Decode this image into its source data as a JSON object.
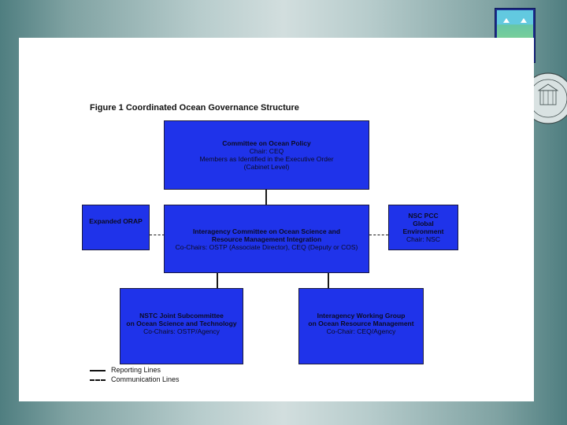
{
  "figure_title": "Figure 1 Coordinated Ocean Governance Structure",
  "boxes": {
    "committee": {
      "line1": "Committee on Ocean Policy",
      "line2": "Chair: CEQ",
      "line3": "Members as Identified in the Executive Order",
      "line4": "(Cabinet Level)"
    },
    "orap": {
      "line1": "Expanded ORAP"
    },
    "interagency": {
      "line1": "Interagency Committee on Ocean Science and",
      "line2": "Resource Management Integration",
      "line3": "Co-Chairs: OSTP (Associate Director), CEQ (Deputy or COS)"
    },
    "nsc": {
      "line1": "NSC PCC",
      "line2": "Global",
      "line3": "Environment",
      "line4": "Chair: NSC"
    },
    "nstc": {
      "line1": "NSTC Joint Subcommittee",
      "line2": "on Ocean Science and Technology",
      "line3": "Co-Chairs: OSTP/Agency"
    },
    "iwg": {
      "line1": "Interagency Working Group",
      "line2": "on Ocean Resource Management",
      "line3": "Co-Chair: CEQ/Agency"
    }
  },
  "legend": {
    "reporting": "Reporting Lines",
    "communication": "Communication Lines"
  },
  "colors": {
    "box_fill": "#1f33ea",
    "slide_bg": "#ffffff",
    "frame_bg": "#7fa2a2"
  }
}
